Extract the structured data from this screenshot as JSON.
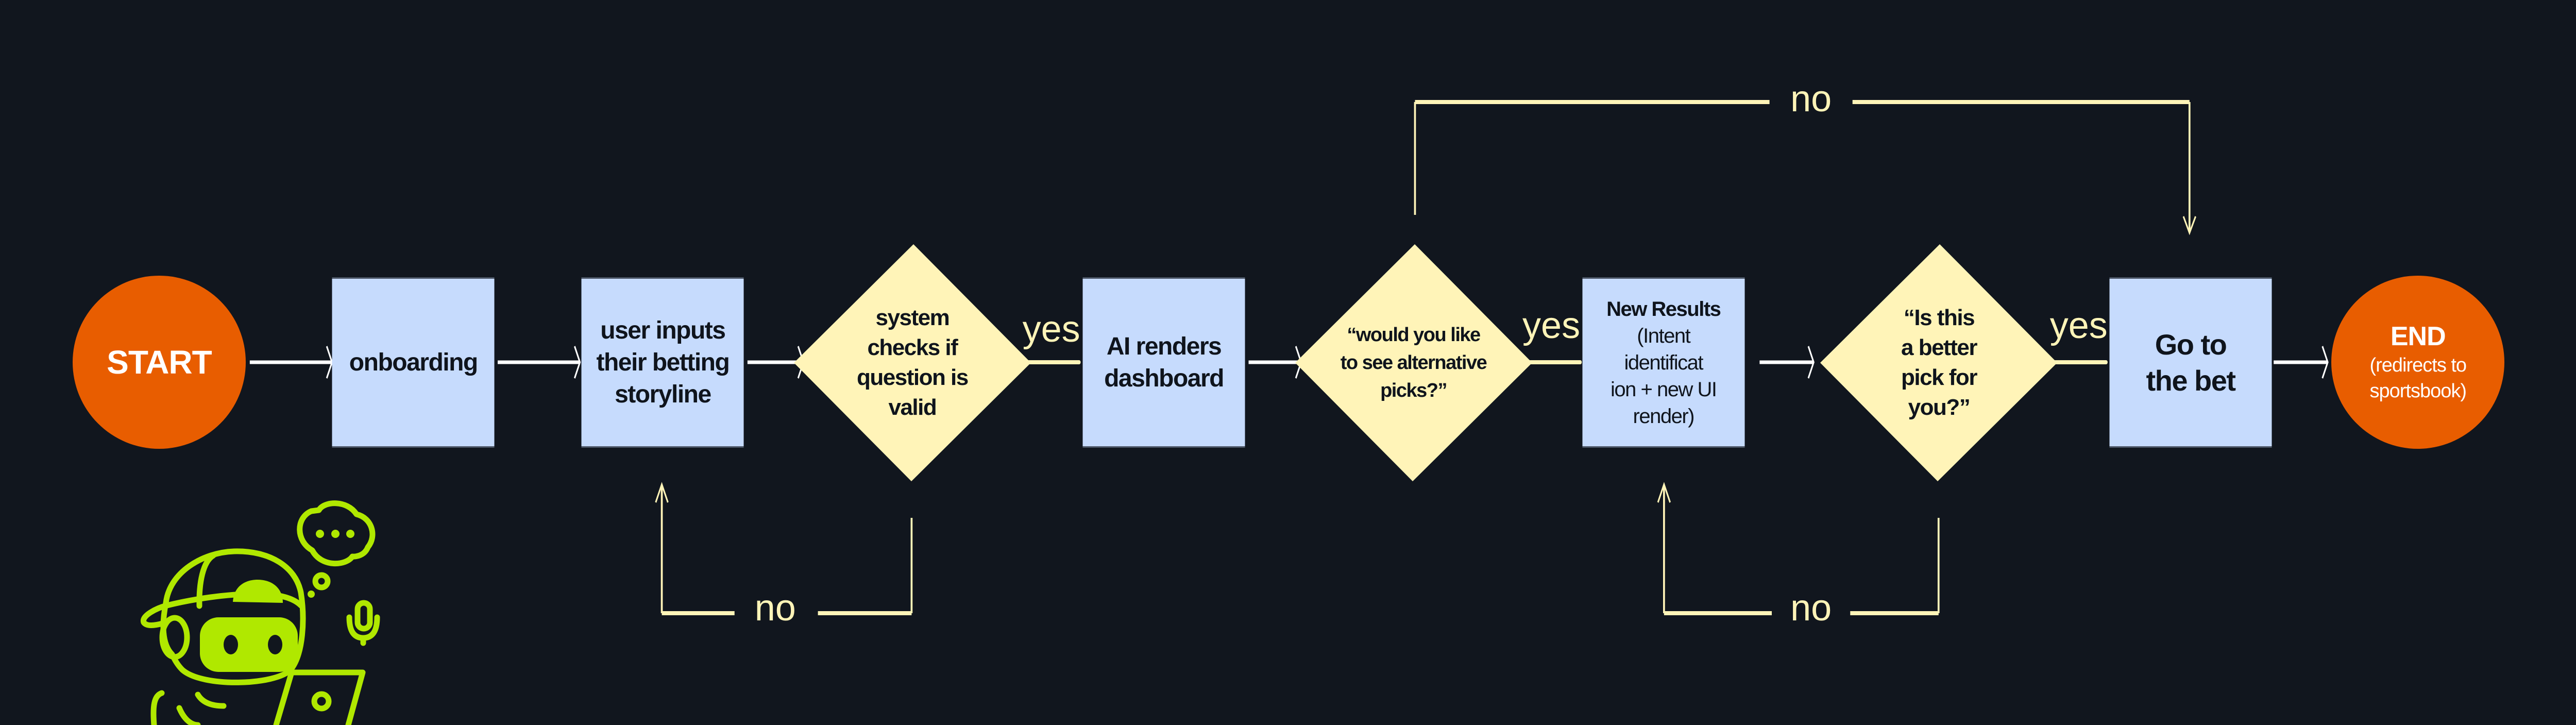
{
  "colors": {
    "background": "#11161e",
    "process": "#c6dbfd",
    "decision": "#fff4b8",
    "terminal": "#e85d00",
    "loop_line": "#fff4b8",
    "arrow": "#ffffff",
    "mascot": "#b0e800"
  },
  "nodes": {
    "start": {
      "label": "START"
    },
    "onboarding": {
      "label": "onboarding"
    },
    "user_input": {
      "label": "user inputs\ntheir betting\nstoryline"
    },
    "validate": {
      "label": "system\nchecks if\nquestion is\nvalid"
    },
    "ai_render": {
      "label": "AI renders\ndashboard"
    },
    "alternatives": {
      "label": "“would you like\nto see alternative\npicks?”"
    },
    "new_results": {
      "title": "New Results",
      "detail": "(Intent\nidentificat\nion + new UI\nrender)"
    },
    "better_pick": {
      "label": "“Is this\na better\npick for\nyou?”"
    },
    "go_to_bet": {
      "label": "Go to\nthe bet"
    },
    "end": {
      "title": "END",
      "detail": "(redirects to\nsportsbook)"
    }
  },
  "edges": {
    "validate_yes": "yes",
    "validate_no": "no",
    "alternatives_yes": "yes",
    "alternatives_no": "no",
    "better_pick_yes": "yes",
    "better_pick_no": "no"
  },
  "illustration": {
    "icon": "robot-mascot-with-laptop-icon"
  }
}
